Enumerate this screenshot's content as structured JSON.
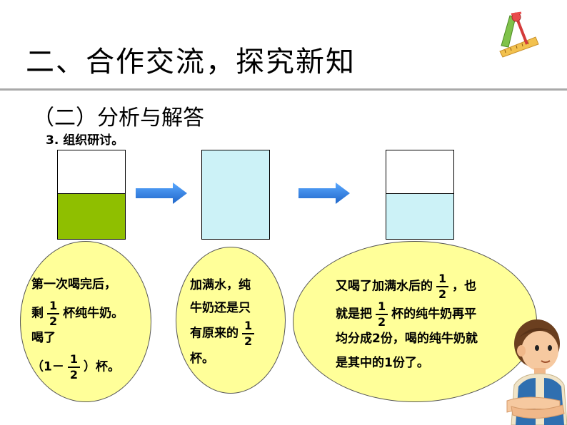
{
  "header": {
    "title": "二、合作交流，探究新知"
  },
  "section": {
    "subtitle": "（二）分析与解答",
    "step": "3. 组织研讨。"
  },
  "cups": [
    {
      "level": 0.5,
      "fill_color": "#8fbf00",
      "state": "half milk"
    },
    {
      "level": 1.0,
      "fill_color": "#ccf2f7",
      "state": "full water"
    },
    {
      "level": 0.5,
      "fill_color": "#ccf2f7",
      "state": "half"
    }
  ],
  "colors": {
    "arrow": "#2f7fe0",
    "bubble": "#ffff99",
    "title_rule": "#a9a9a9"
  },
  "fraction": {
    "num": "1",
    "den": "2"
  },
  "bubble1": {
    "line1": "第一次喝完后，",
    "line2_pre": "剩",
    "line2_post": "杯纯牛奶。",
    "line3": "喝了",
    "line4_pre": "（1－",
    "line4_post": "）杯。"
  },
  "bubble2": {
    "line1": "加满水，纯",
    "line2": "牛奶还是只",
    "line3_pre": "有原来的",
    "line4": "杯。"
  },
  "bubble3": {
    "line1_pre": "又喝了加满水后的",
    "line1_post": "，也",
    "line2_pre": "就是把",
    "line2_post": "杯的纯牛奶再平",
    "line3": "均分成2份，喝的纯牛奶就",
    "line4": "是其中的1份了。"
  },
  "icons": [
    "compass-ruler-icon",
    "boy-character-icon",
    "arrow-right-icon"
  ]
}
